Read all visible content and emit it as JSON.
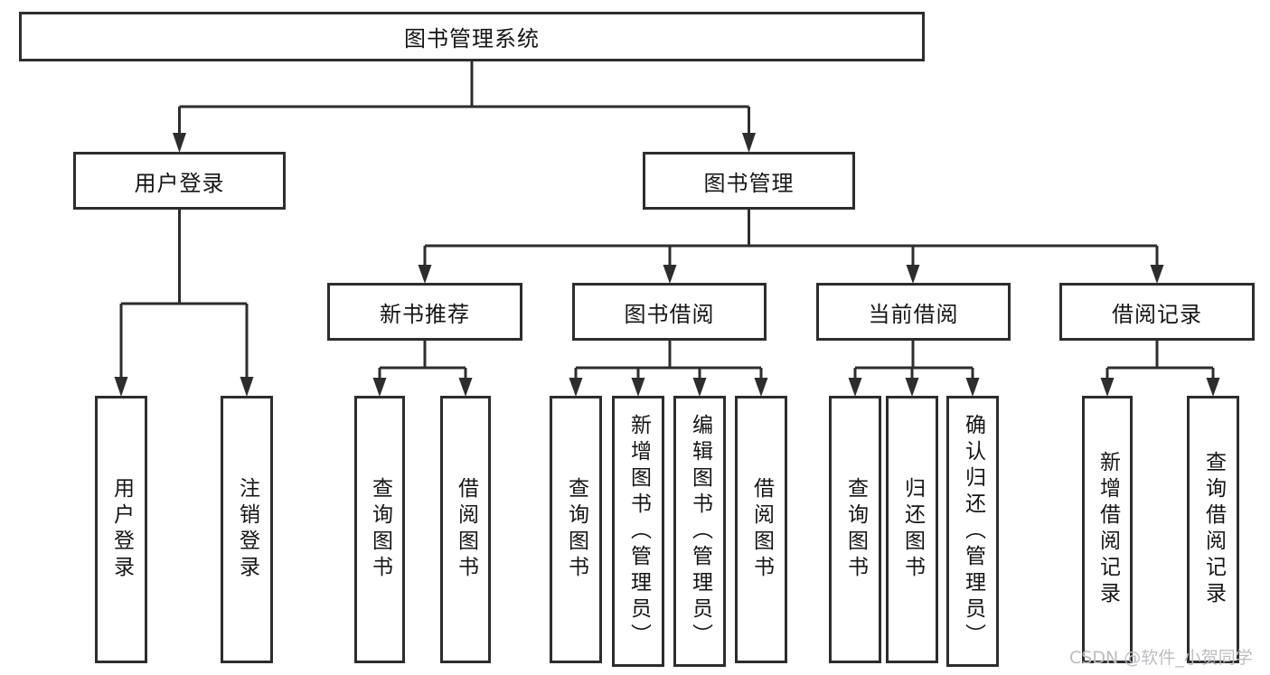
{
  "diagram_title": "图书管理系统",
  "tree": {
    "label": "图书管理系统",
    "children": [
      {
        "label": "用户登录",
        "children": [
          {
            "label": "用户登录"
          },
          {
            "label": "注销登录"
          }
        ]
      },
      {
        "label": "图书管理",
        "children": [
          {
            "label": "新书推荐",
            "children": [
              {
                "label": "查询图书"
              },
              {
                "label": "借阅图书"
              }
            ]
          },
          {
            "label": "图书借阅",
            "children": [
              {
                "label": "查询图书"
              },
              {
                "label": "新增图书（管理员）"
              },
              {
                "label": "编辑图书（管理员）"
              },
              {
                "label": "借阅图书"
              }
            ]
          },
          {
            "label": "当前借阅",
            "children": [
              {
                "label": "查询图书"
              },
              {
                "label": "归还图书"
              },
              {
                "label": "确认归还（管理员）"
              }
            ]
          },
          {
            "label": "借阅记录",
            "children": [
              {
                "label": "新增借阅记录"
              },
              {
                "label": "查询借阅记录"
              }
            ]
          }
        ]
      }
    ]
  },
  "watermark": {
    "text": "CSDN @软件_小贺同学"
  },
  "colors": {
    "line": "#2d2d2d",
    "text": "#151515",
    "background": "#ffffff",
    "watermark": "#b9bec3"
  }
}
